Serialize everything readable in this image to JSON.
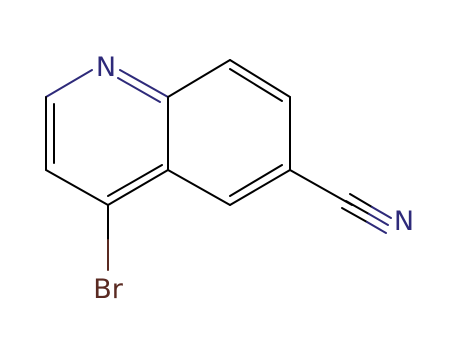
{
  "molecule": {
    "atoms": {
      "n_ring": {
        "label": "N",
        "color": "#2e2a7a"
      },
      "n_nitrile": {
        "label": "N",
        "color": "#2e2a7a"
      },
      "br": {
        "label": "Br",
        "color": "#5a2a22"
      }
    },
    "colors": {
      "bond": "#000000",
      "n_bond": "#2e2a7a",
      "br_bond": "#5a2a22"
    }
  }
}
